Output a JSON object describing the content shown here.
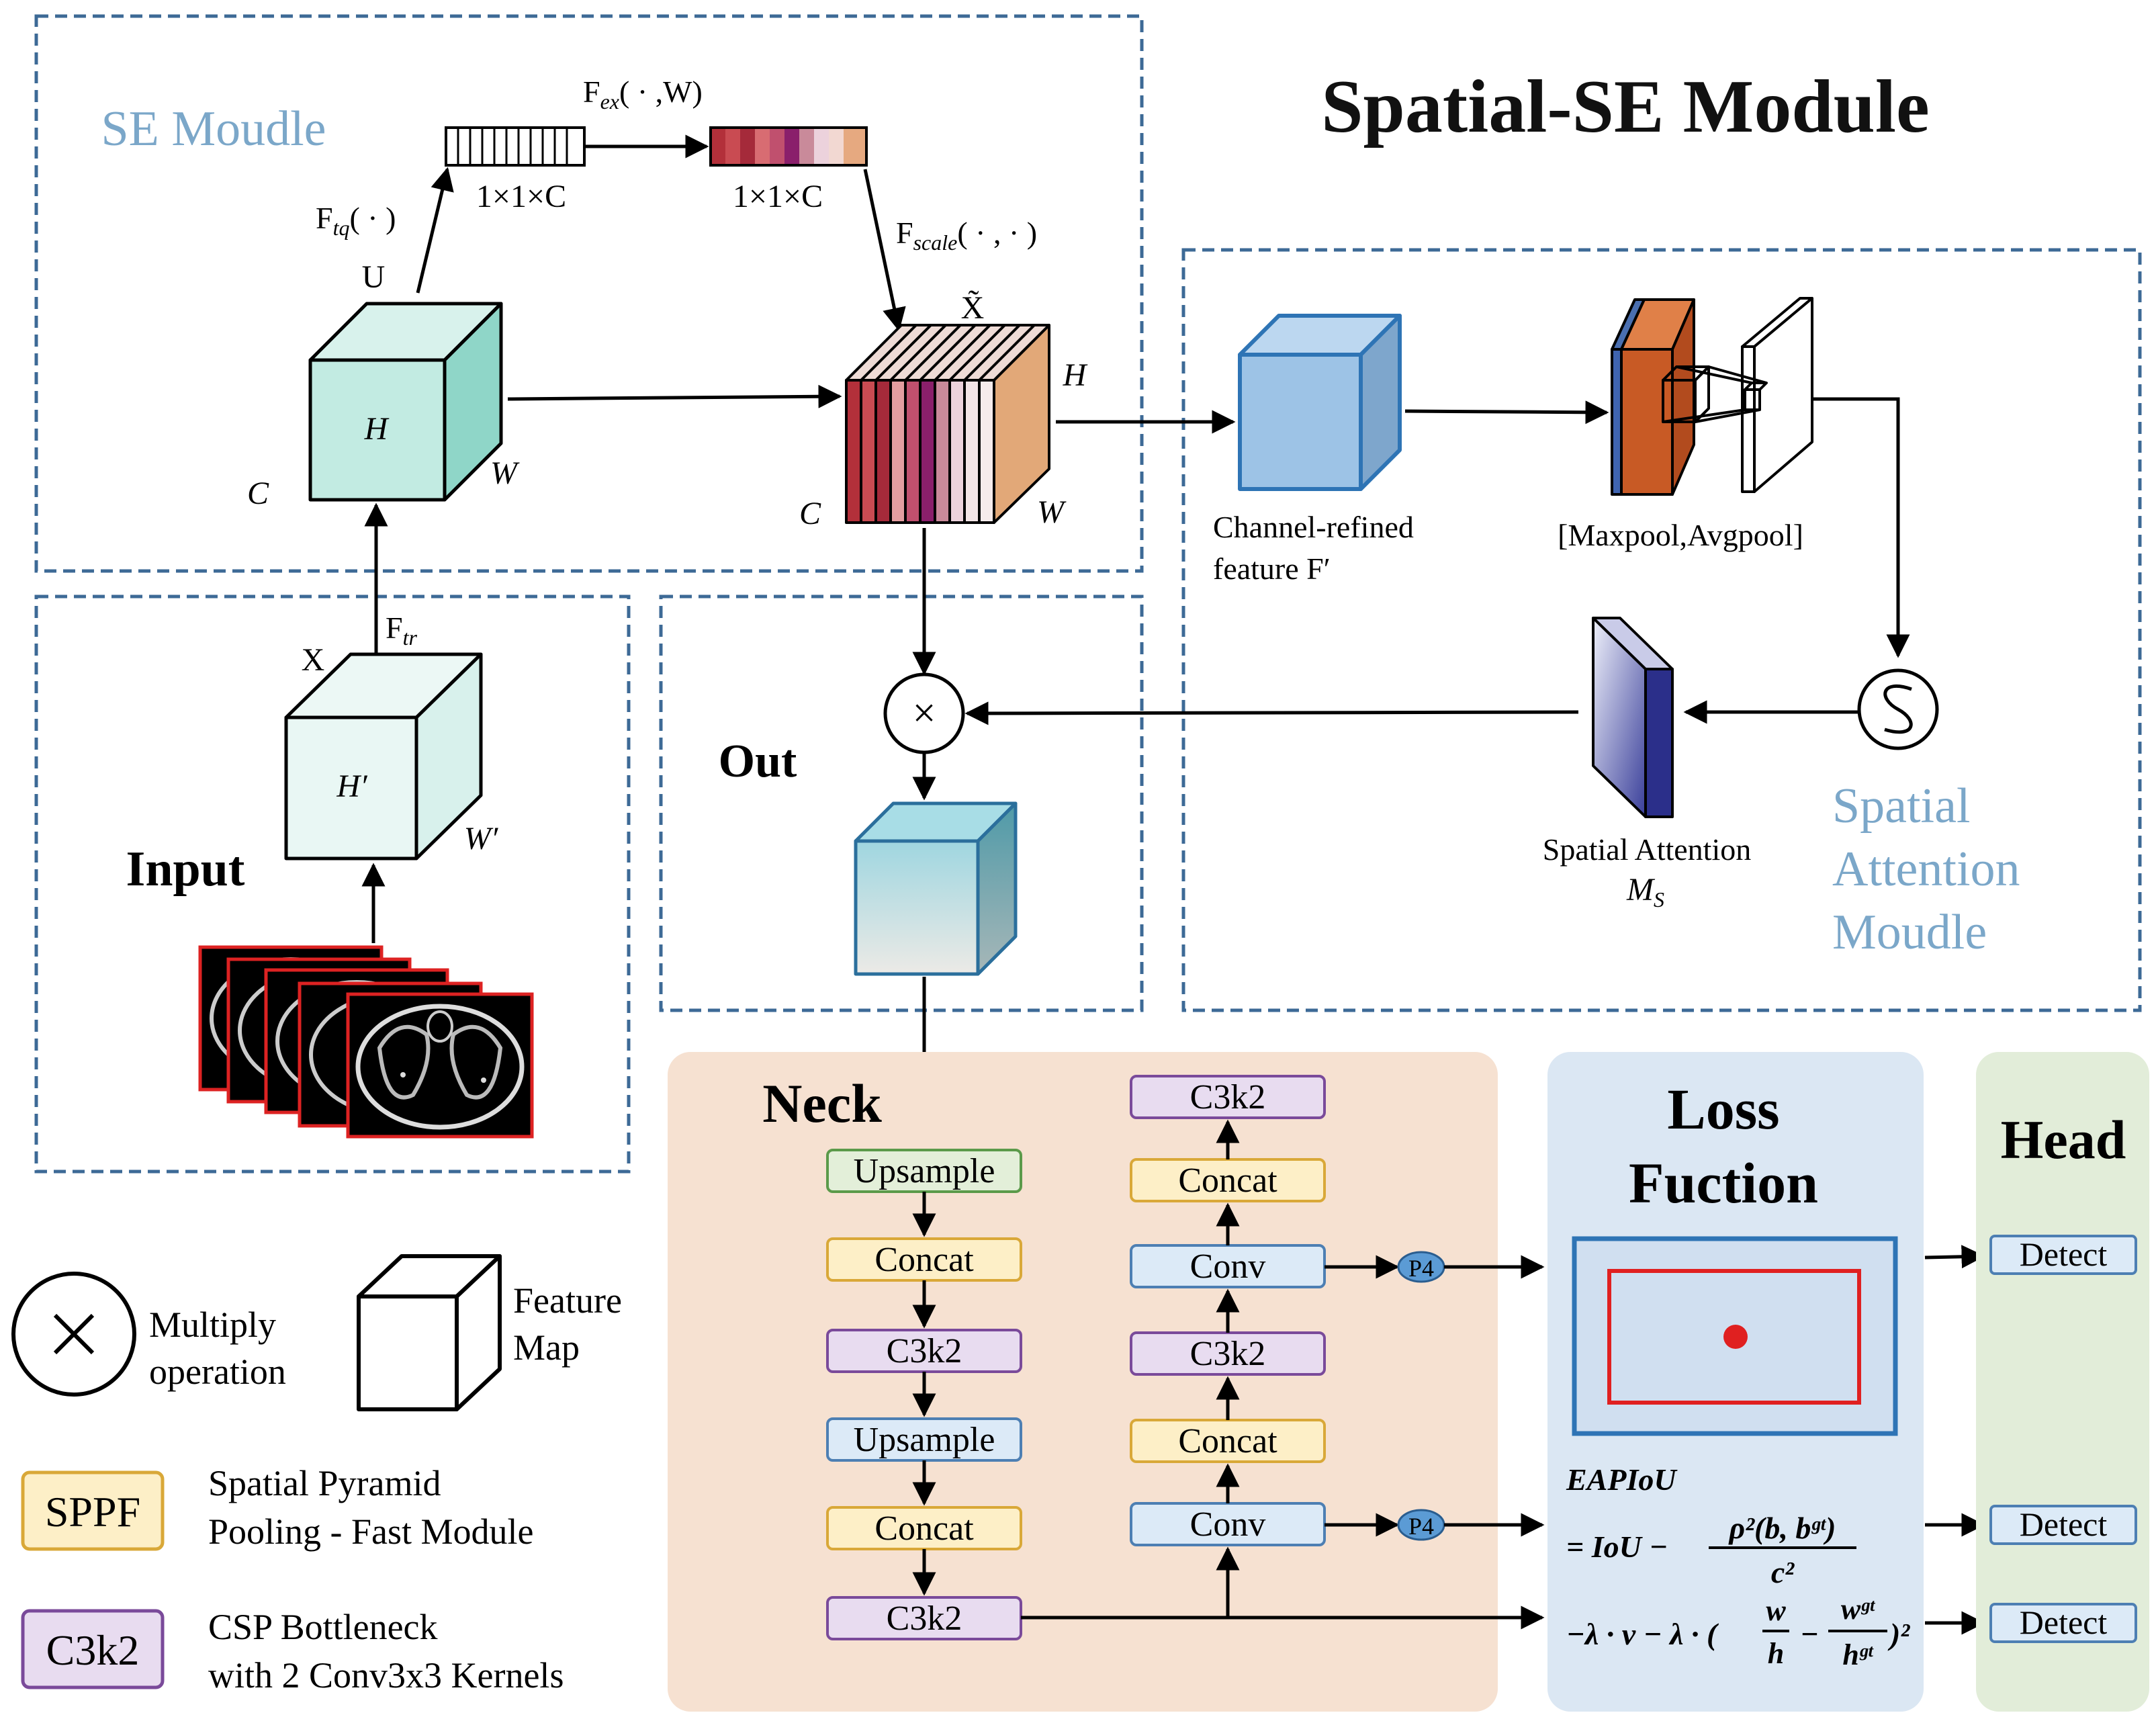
{
  "title": "Spatial-SE Module",
  "se_module": {
    "label": "SE Moudle",
    "f_tq": "F",
    "f_tq_sub": "tq",
    "f_tq_args": "( · )",
    "f_ex": "F",
    "f_ex_sub": "ex",
    "f_ex_args": "( · ,W)",
    "f_scale": "F",
    "f_scale_sub": "scale",
    "f_scale_args": "( · , · )",
    "vec1_label": "1×1×C",
    "vec2_label": "1×1×C",
    "u_label": "U",
    "u_h": "H",
    "u_w": "W",
    "u_c": "C",
    "xt_label": "X̃",
    "xt_h": "H",
    "xt_w": "W",
    "xt_c": "C"
  },
  "input_module": {
    "label": "Input",
    "x_label": "X",
    "f_tr": "F",
    "f_tr_sub": "tr",
    "h_prime": "H′",
    "w_prime": "W′"
  },
  "out_module": {
    "label": "Out",
    "multiply_symbol": "×"
  },
  "spatial_module": {
    "label_lines": [
      "Spatial",
      "Attention",
      "Moudle"
    ],
    "channel_refined_lines": [
      "Channel-refined",
      "feature F′"
    ],
    "pool_label": "[Maxpool,Avgpool]",
    "spatial_attention": "Spatial Attention",
    "ms_label": "M",
    "ms_sub": "S"
  },
  "neck": {
    "label": "Neck",
    "left_column": [
      "Upsample",
      "Concat",
      "C3k2",
      "Upsample",
      "Concat",
      "C3k2"
    ],
    "right_column": [
      "C3k2",
      "Concat",
      "Conv",
      "C3k2",
      "Concat",
      "Conv"
    ],
    "p_labels": [
      "P4",
      "P4"
    ]
  },
  "loss": {
    "label_lines": [
      "Loss",
      "Fuction"
    ],
    "eq_name": "EAPIoU",
    "eq_line1_prefix": "= IoU −",
    "eq_line1_num": "ρ²(b, bᵍᵗ)",
    "eq_line1_den": "c²",
    "eq_line2_prefix": "−λ · v − λ · (",
    "eq_w": "w",
    "eq_h": "h",
    "eq_minus": "−",
    "eq_wgt": "wᵍᵗ",
    "eq_hgt": "hᵍᵗ",
    "eq_suffix": ")²"
  },
  "head": {
    "label": "Head",
    "detect": [
      "Detect",
      "Detect",
      "Detect"
    ]
  },
  "legend": {
    "multiply_lines": [
      "Multiply",
      "operation"
    ],
    "feature_lines": [
      "Feature",
      "Map"
    ],
    "sppf_box": "SPPF",
    "sppf_lines": [
      "Spatial Pyramid",
      "Pooling - Fast Module"
    ],
    "c3k2_box": "C3k2",
    "c3k2_lines": [
      "CSP Bottleneck",
      "with 2 Conv3x3 Kernels"
    ]
  },
  "colors": {
    "dashed_border": "#3d6a96",
    "se_label": "#7ba7c9",
    "neck_bg": "#f6e1d1",
    "loss_bg": "#dbe7f3",
    "head_bg": "#e2edd9",
    "teal_cube": "#cdeee6",
    "blue_cube": "#9dc3e6",
    "red_bbox": "#e02020",
    "green_box": "#e3efd9",
    "yellow_box": "#fdefc7",
    "purple_box": "#e8dcf0",
    "blue_box": "#dceaf7"
  }
}
